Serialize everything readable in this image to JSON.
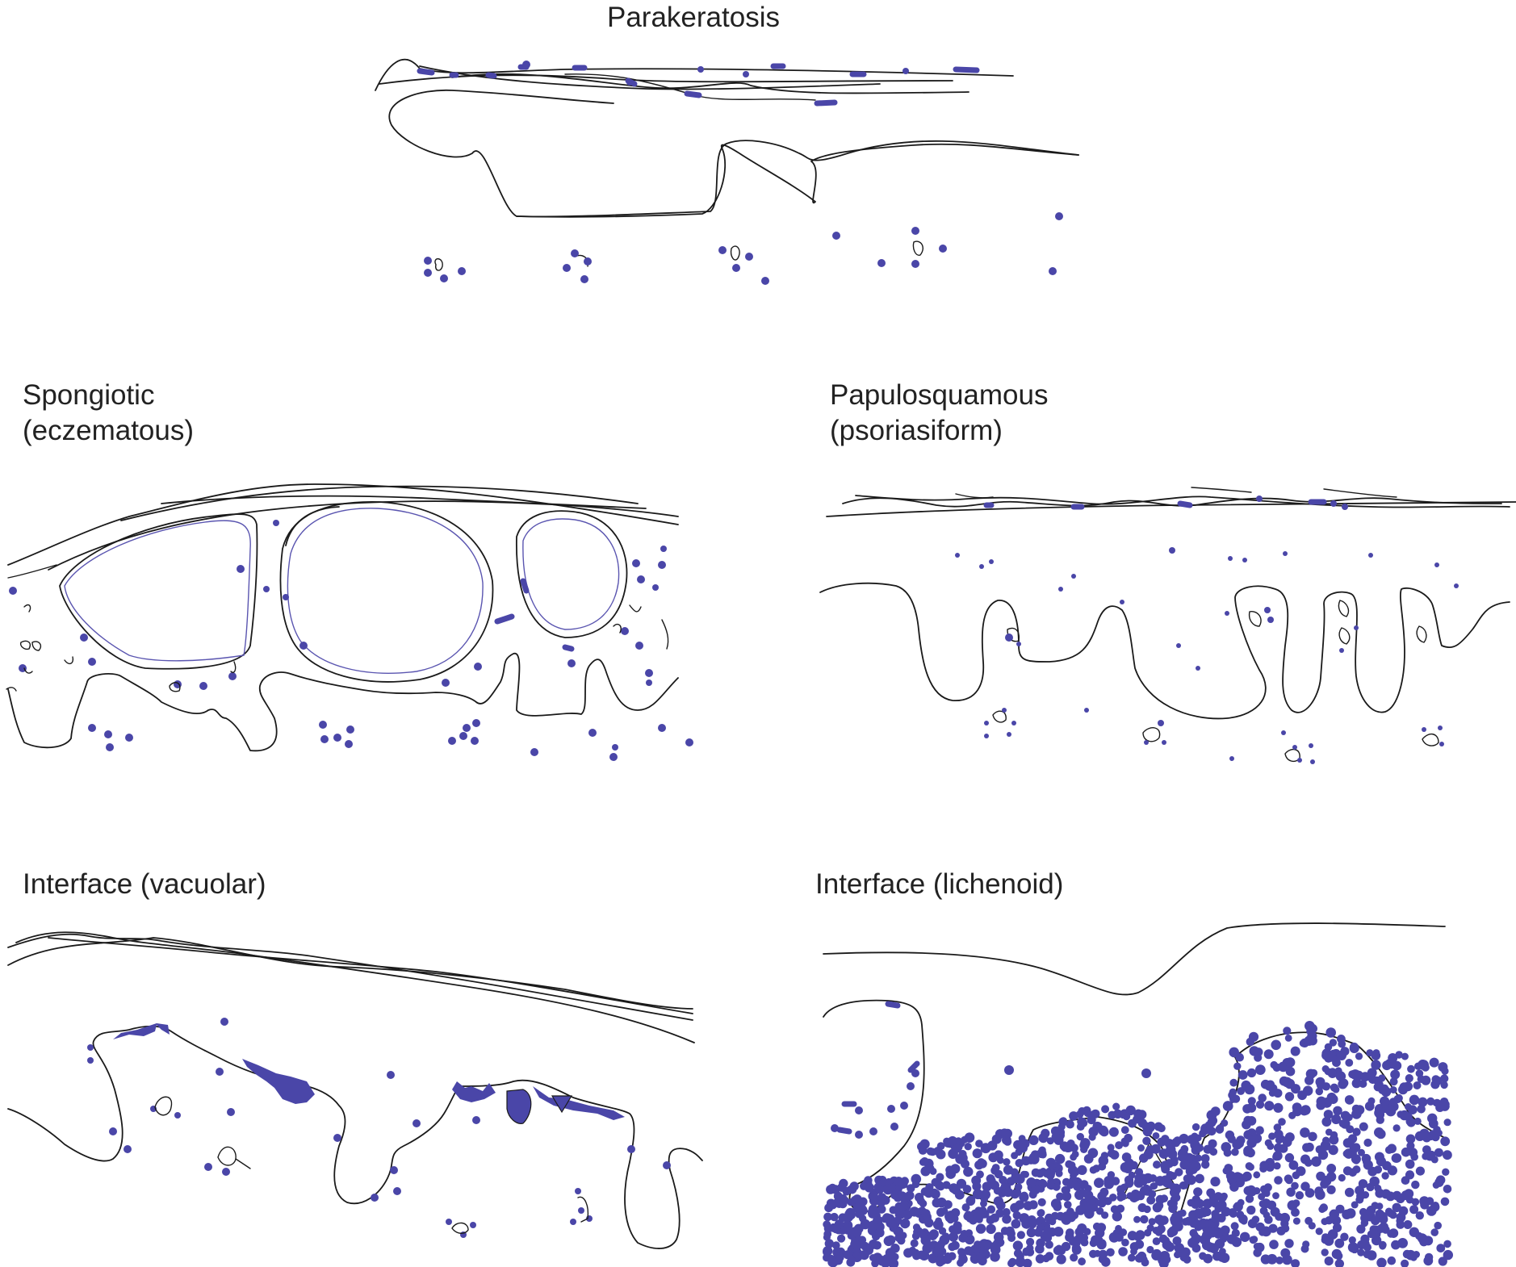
{
  "panels": [
    {
      "id": "parakeratosis",
      "title": "Parakeratosis"
    },
    {
      "id": "spongiotic",
      "title": "Spongiotic\n(eczematous)"
    },
    {
      "id": "papulosquamous",
      "title": "Papulosquamous\n(psoriasiform)"
    },
    {
      "id": "vacuolar",
      "title": "Interface (vacuolar)"
    },
    {
      "id": "lichenoid",
      "title": "Interface (lichenoid)"
    }
  ],
  "colors": {
    "nucleus": "#4a46a8",
    "line": "#1a1a1a",
    "background": "#ffffff"
  }
}
